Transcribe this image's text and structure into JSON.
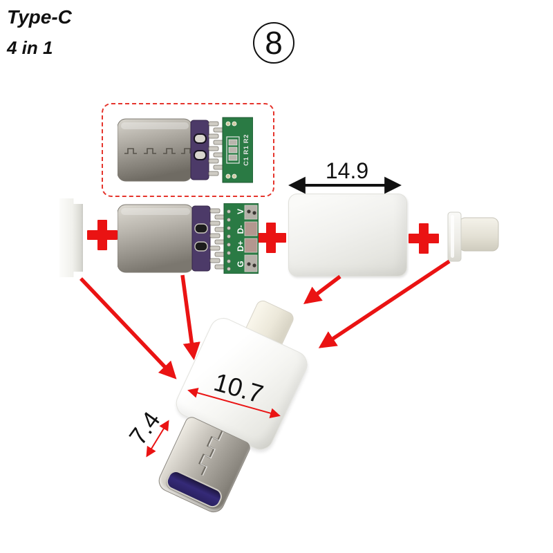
{
  "header": {
    "title": "Type-C",
    "subtitle": "4 in 1"
  },
  "badge": {
    "number": "8"
  },
  "annotations": {
    "shell_width_mm": "14.9",
    "body_width_mm": "10.7",
    "plug_width_mm": "7.4"
  },
  "pcb": {
    "silkscreen": "C1 R1 R2",
    "pad_labels": [
      "G",
      "D+",
      "D-",
      "V"
    ]
  },
  "icons": {
    "plus_sign": "+",
    "arrow": "red-assembly-arrow"
  },
  "colors": {
    "accent_red": "#ea1313",
    "dashed_box_red": "#e5342c",
    "pcb_green": "#2a7a44",
    "clip_purple": "#4c3a68",
    "plug_insert_purple": "#352a78",
    "metal_silver": "#a7a39b"
  }
}
